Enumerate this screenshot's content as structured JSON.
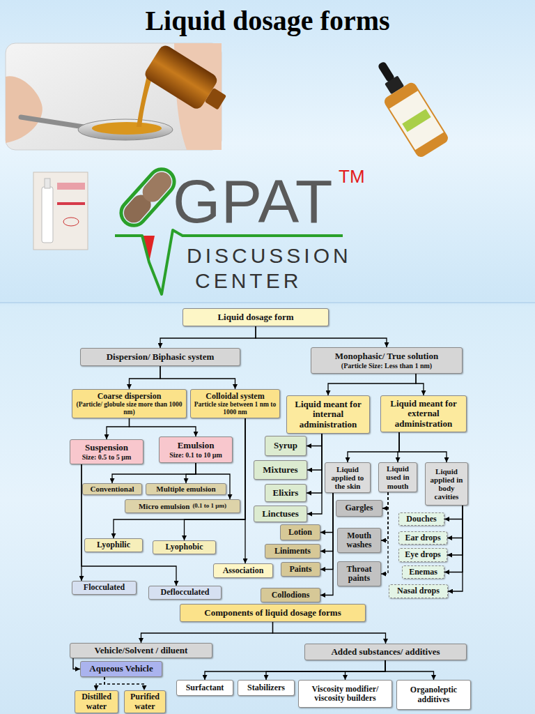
{
  "diagram": {
    "title": "Liquid dosage forms",
    "nodes": [
      {
        "text": [
          "Liquid dosage form"
        ]
      },
      {
        "text": [
          "Dispersion/ Biphasic system"
        ]
      },
      {
        "text": [
          "Monophasic/ True solution",
          "(Particle Size: Less than 1 nm)"
        ]
      },
      {
        "text": [
          "Coarse dispersion",
          "(Particle/ globule size more than 1000 nm)"
        ]
      },
      {
        "text": [
          "Colloidal system",
          "Particle size between 1 nm to 1000 nm"
        ]
      },
      {
        "text": [
          "Liquid meant for internal administration"
        ]
      },
      {
        "text": [
          "Liquid meant for external administration"
        ]
      },
      {
        "text": [
          "Suspension",
          "Size: 0.5 to 5 µm"
        ]
      },
      {
        "text": [
          "Emulsion",
          "Size: 0.1 to 10 µm"
        ]
      },
      {
        "text": [
          "Syrup"
        ]
      },
      {
        "text": [
          "Mixtures"
        ]
      },
      {
        "text": [
          "Liquid applied to the skin"
        ]
      },
      {
        "text": [
          "Liquid used in mouth"
        ]
      },
      {
        "text": [
          "Liquid applied in body cavities"
        ]
      },
      {
        "text": [
          "Conventional"
        ]
      },
      {
        "text": [
          "Multiple emulsion"
        ]
      },
      {
        "text": [
          "Elixirs"
        ]
      },
      {
        "text": [
          "Micro emulsion",
          "(0.1 to 1 µm)"
        ]
      },
      {
        "text": [
          "Gargles"
        ]
      },
      {
        "text": [
          "Linctuses"
        ]
      },
      {
        "text": [
          "Douches"
        ]
      },
      {
        "text": [
          "Lotion"
        ]
      },
      {
        "text": [
          "Mouth washes"
        ]
      },
      {
        "text": [
          "Ear drops"
        ]
      },
      {
        "text": [
          "Lyophilic"
        ]
      },
      {
        "text": [
          "Lyophobic"
        ]
      },
      {
        "text": [
          "Liniments"
        ]
      },
      {
        "text": [
          "Eye drops"
        ]
      },
      {
        "text": [
          "Paints"
        ]
      },
      {
        "text": [
          "Association"
        ]
      },
      {
        "text": [
          "Throat paints"
        ]
      },
      {
        "text": [
          "Enemas"
        ]
      },
      {
        "text": [
          "Flocculated"
        ]
      },
      {
        "text": [
          "Deflocculated"
        ]
      },
      {
        "text": [
          "Collodions"
        ]
      },
      {
        "text": [
          "Nasal drops"
        ]
      },
      {
        "text": [
          "Components of liquid dosage forms"
        ]
      },
      {
        "text": [
          "Vehicle/Solvent / diluent"
        ]
      },
      {
        "text": [
          "Added substances/ additives"
        ]
      },
      {
        "text": [
          "Aqueous Vehicle"
        ]
      },
      {
        "text": [
          "Surfactant"
        ]
      },
      {
        "text": [
          "Stabilizers"
        ]
      },
      {
        "text": [
          "Viscosity modifier/ viscosity builders"
        ]
      },
      {
        "text": [
          "Organoleptic additives"
        ]
      },
      {
        "text": [
          "Distilled water"
        ]
      },
      {
        "text": [
          "Purified water"
        ]
      }
    ],
    "edges": [
      {
        "from": 0,
        "to": 1,
        "arrow": "to"
      },
      {
        "from": 0,
        "to": 2,
        "arrow": "to"
      },
      {
        "from": 1,
        "to": 3,
        "arrow": "to"
      },
      {
        "from": 1,
        "to": 4,
        "arrow": "to"
      },
      {
        "from": 2,
        "to": 5,
        "arrow": "to"
      },
      {
        "from": 2,
        "to": 6,
        "arrow": "to"
      },
      {
        "from": 3,
        "to": 7,
        "arrow": "to"
      },
      {
        "from": 3,
        "to": 8,
        "arrow": "to"
      },
      {
        "from": 8,
        "to": 14,
        "arrow": "to"
      },
      {
        "from": 8,
        "to": 15,
        "arrow": "to"
      },
      {
        "from": 8,
        "to": 17,
        "arrow": "to"
      },
      {
        "from": 4,
        "to": 24,
        "arrow": "to"
      },
      {
        "from": 4,
        "to": 25,
        "arrow": "to"
      },
      {
        "from": 4,
        "to": 29,
        "arrow": "to"
      },
      {
        "from": 7,
        "to": 32,
        "arrow": "to"
      },
      {
        "from": 7,
        "to": 33,
        "arrow": "to"
      },
      {
        "from": 5,
        "to": 9,
        "arrow": "to"
      },
      {
        "from": 5,
        "to": 10,
        "arrow": "to"
      },
      {
        "from": 5,
        "to": 16,
        "arrow": "to"
      },
      {
        "from": 5,
        "to": 19,
        "arrow": "to"
      },
      {
        "from": 6,
        "to": 11,
        "arrow": "to"
      },
      {
        "from": 6,
        "to": 12,
        "arrow": "to"
      },
      {
        "from": 6,
        "to": 13,
        "arrow": "to"
      },
      {
        "from": 11,
        "to": 21,
        "arrow": "to"
      },
      {
        "from": 11,
        "to": 26,
        "arrow": "to"
      },
      {
        "from": 11,
        "to": 28,
        "arrow": "to"
      },
      {
        "from": 11,
        "to": 34,
        "arrow": "to"
      },
      {
        "from": 12,
        "to": 18,
        "arrow": "to"
      },
      {
        "from": 12,
        "to": 22,
        "arrow": "to"
      },
      {
        "from": 12,
        "to": 30,
        "arrow": "to"
      },
      {
        "from": 13,
        "to": 20,
        "arrow": "to"
      },
      {
        "from": 13,
        "to": 23,
        "arrow": "to"
      },
      {
        "from": 13,
        "to": 27,
        "arrow": "to"
      },
      {
        "from": 13,
        "to": 31,
        "arrow": "to"
      },
      {
        "from": 13,
        "to": 35,
        "arrow": "to"
      },
      {
        "from": 36,
        "to": 37,
        "arrow": "to"
      },
      {
        "from": 36,
        "to": 38,
        "arrow": "to"
      },
      {
        "from": 37,
        "to": 39,
        "arrow": "to"
      },
      {
        "from": 39,
        "to": 44,
        "arrow": "to"
      },
      {
        "from": 39,
        "to": 45,
        "arrow": "to"
      },
      {
        "from": 38,
        "to": 40,
        "arrow": "to"
      },
      {
        "from": 38,
        "to": 41,
        "arrow": "to"
      },
      {
        "from": 38,
        "to": 42,
        "arrow": "to"
      },
      {
        "from": 38,
        "to": 43,
        "arrow": "to"
      }
    ],
    "labels": [
      "GPAT",
      "TM",
      "DISCUSSION",
      "CENTER"
    ]
  }
}
